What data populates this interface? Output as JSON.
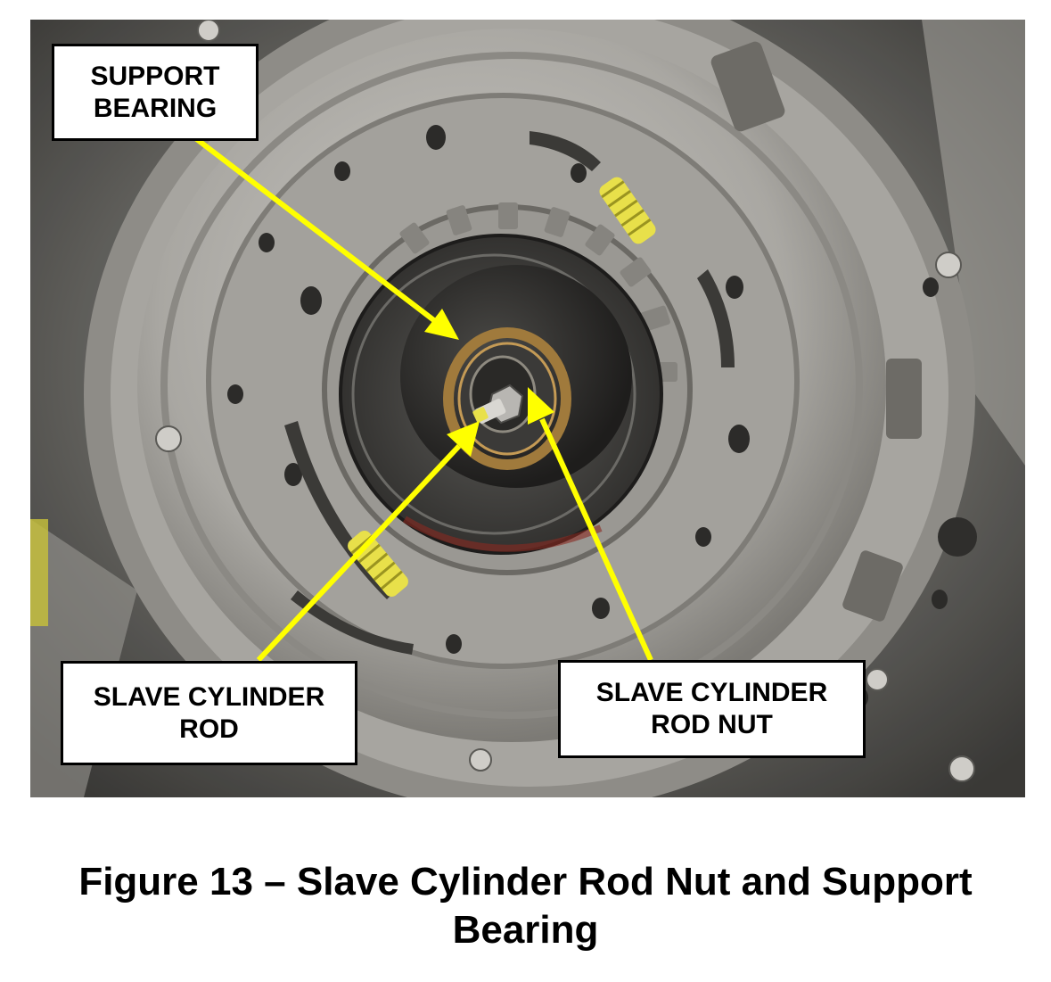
{
  "figure": {
    "caption_line1": "Figure 13 – Slave Cylinder Rod Nut and Support",
    "caption_line2": "Bearing"
  },
  "callouts": {
    "support_bearing": "SUPPORT\nBEARING",
    "slave_cylinder_rod": "SLAVE CYLINDER\nROD",
    "slave_cylinder_rod_nut": "SLAVE CYLINDER\nROD NUT"
  },
  "colors": {
    "arrow": "#ffff00",
    "callout_border": "#000000",
    "callout_fill": "#ffffff",
    "metal_light": "#b8b6b2",
    "metal_dark": "#3b3a38",
    "bearing_ring": "#a07a3c",
    "spring": "#e8e04a"
  }
}
